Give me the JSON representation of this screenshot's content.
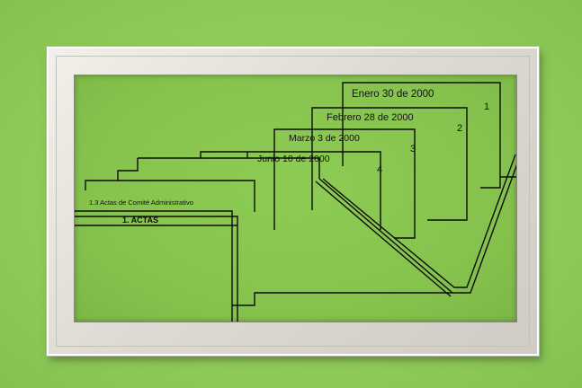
{
  "folders": [
    {
      "date": "Enero 30 de 2000",
      "number": "1"
    },
    {
      "date": "Febrero 28 de 2000",
      "number": "2"
    },
    {
      "date": "Marzo  3 de 2000",
      "number": "3"
    },
    {
      "date": "Junio 10 de 2000",
      "number": "4"
    }
  ],
  "subsection_label": "1.3 Actas de Comité Administrativo",
  "section_label": "1. ACTAS"
}
